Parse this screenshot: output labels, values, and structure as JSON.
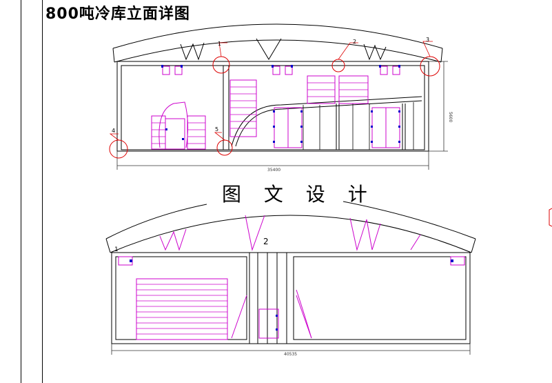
{
  "title": "800吨冷库立面详图",
  "subtitle": "图 文 设 计",
  "upper_elevation": {
    "callouts": [
      "1",
      "2",
      "3",
      "4",
      "5"
    ],
    "overall_width_dim": "35400",
    "height_dim": "5600"
  },
  "lower_elevation": {
    "callouts": [
      "1",
      "2"
    ],
    "overall_width_dim": "40535"
  },
  "colors": {
    "outline": "#000000",
    "equipment": "#cc00cc",
    "callout": "#dd0000",
    "fitting": "#0000cc",
    "dimension": "#333333"
  }
}
